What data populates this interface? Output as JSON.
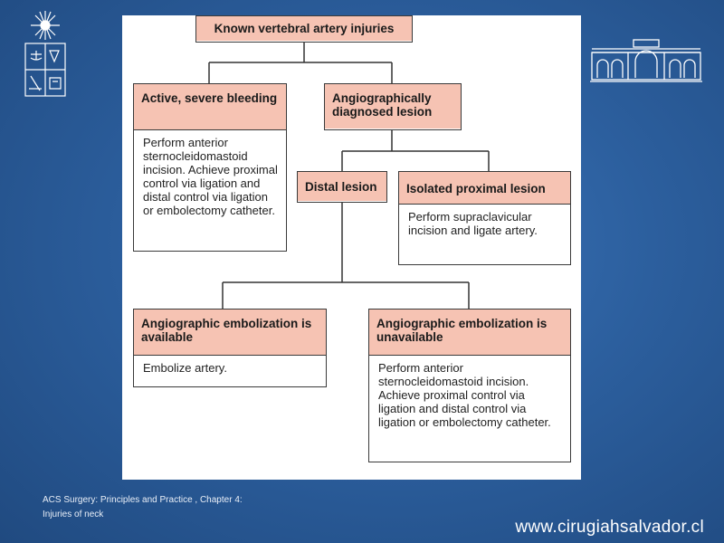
{
  "nodes": {
    "root": {
      "title": "Known vertebral artery injuries"
    },
    "active": {
      "title": "Active, severe bleeding",
      "body": "Perform anterior sternocleidomastoid incision. Achieve proximal control via ligation and distal control via ligation or embolectomy catheter."
    },
    "angio": {
      "title": "Angiographically diagnosed lesion"
    },
    "distal": {
      "title": "Distal lesion"
    },
    "proximal": {
      "title": "Isolated proximal lesion",
      "body": "Perform supraclavicular incision and ligate artery."
    },
    "embo_avail": {
      "title": "Angiographic embolization is available",
      "body": "Embolize artery."
    },
    "embo_unavail": {
      "title": "Angiographic embolization is unavailable",
      "body": "Perform anterior sternocleidomastoid incision. Achieve proximal control via ligation and distal control via ligation or embolectomy catheter."
    }
  },
  "footer": {
    "caption": "ACS Surgery: Principles and Practice , Chapter 4: Injuries of neck",
    "website": "www.cirugiahsalvador.cl"
  },
  "colors": {
    "background": "#2c5f9e",
    "header_fill": "#f6c3b3",
    "panel": "#ffffff"
  }
}
